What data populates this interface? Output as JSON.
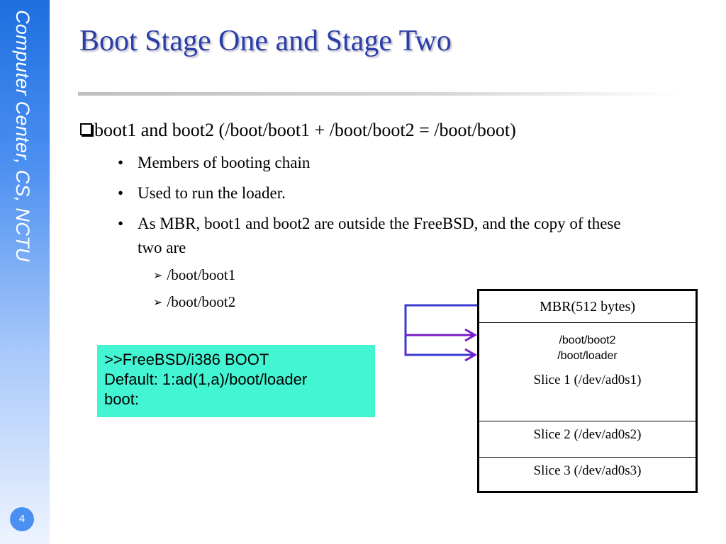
{
  "sidebar": {
    "text": "Computer Center, CS, NCTU",
    "page_number": "4"
  },
  "title": "Boot Stage One and Stage Two",
  "content": {
    "main_bullet": "boot1 and boot2 (/boot/boot1 + /boot/boot2 = /boot/boot)",
    "sub_bullets": [
      "Members of booting chain",
      "Used to run the loader.",
      "As MBR, boot1 and boot2 are outside the FreeBSD, and the copy of these two are"
    ],
    "sub_sub_bullets": [
      "/boot/boot1",
      "/boot/boot2"
    ]
  },
  "console": {
    "lines": [
      ">>FreeBSD/i386 BOOT",
      "Default: 1:ad(1,a)/boot/loader",
      "boot:"
    ]
  },
  "disk": {
    "mbr": "MBR(512 bytes)",
    "slice1_file1": "/boot/boot2",
    "slice1_file2": "/boot/loader",
    "slice1_label": "Slice 1 (/dev/ad0s1)",
    "slice2": "Slice 2 (/dev/ad0s2)",
    "slice3": "Slice 3 (/dev/ad0s3)"
  },
  "colors": {
    "title": "#2b3ea6",
    "sidebar_top": "#1e6fe0",
    "console_bg": "#43f5d2",
    "arrow_blue": "#3a3ad0",
    "arrow_purple": "#7a1cc8"
  }
}
